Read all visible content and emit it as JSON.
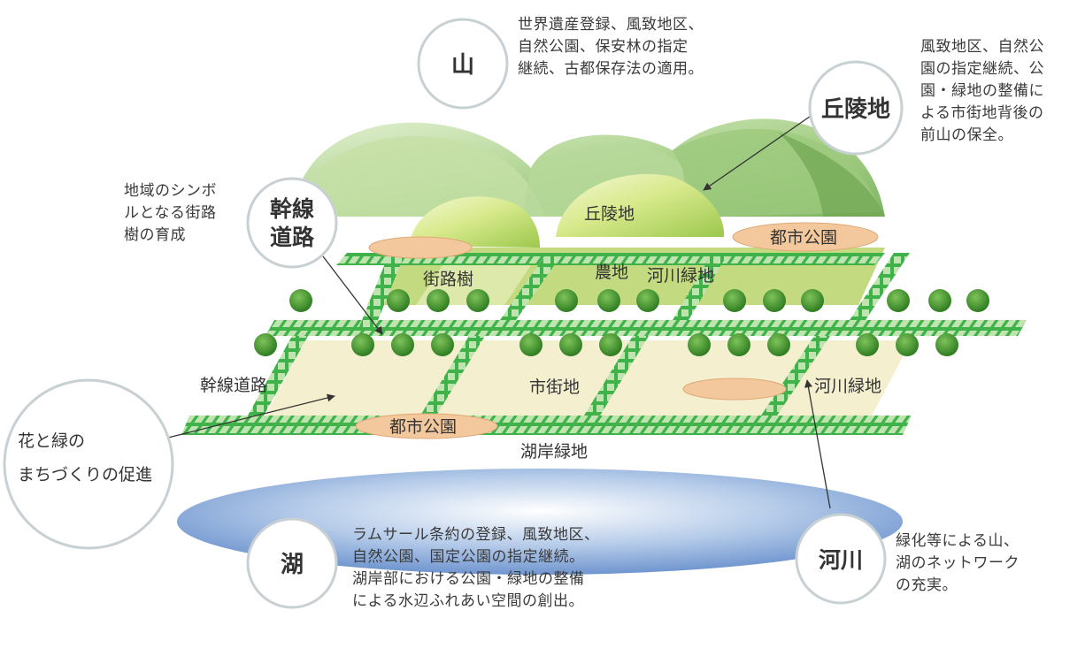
{
  "callouts": {
    "mountain": {
      "label": "山",
      "desc": "世界遺産登録、風致地区、\n自然公園、保安林の指定\n継続、古都保存法の適用。"
    },
    "hills": {
      "label": "丘陵地",
      "desc": "風致地区、自然公\n園の指定継続、公\n園・緑地の整備に\nよる市街地背後の\n前山の保全。"
    },
    "road": {
      "label_line1": "幹線",
      "label_line2": "道路",
      "desc": "地域のシンボ\nルとなる街路\n樹の育成"
    },
    "flowers": {
      "label_line1": "花と緑の",
      "label_line2": "まちづくりの促進"
    },
    "lake": {
      "label": "湖",
      "desc": "ラムサール条約の登録、風致地区、\n自然公園、国定公園の指定継続。\n湖岸部における公園・緑地の整備\nによる水辺ふれあい空間の創出。"
    },
    "river": {
      "label": "河川",
      "desc": "緑化等による山、\n湖のネットワーク\nの充実。"
    }
  },
  "map_labels": {
    "hills": "丘陵地",
    "city_park_top": "都市公園",
    "street_trees": "街路樹",
    "farmland": "農地",
    "river_green_top": "河川緑地",
    "trunk_road": "幹線道路",
    "urban_area": "市街地",
    "river_green_right": "河川緑地",
    "city_park_bottom": "都市公園",
    "lakeshore_green": "湖岸緑地"
  },
  "colors": {
    "mountain_light": "#cfe6b4",
    "mountain_mid": "#a9d18a",
    "mountain_dark": "#7fb563",
    "hill_yellow": "#d9ea8e",
    "road_green": "#3fb24a",
    "farmland": "#b8d46a",
    "urban": "#f3efcf",
    "park_orange": "#f3c89c",
    "tree": "#3f9a2e",
    "lake_blue": "#6f95cf",
    "bubble_stroke": "#c8d0d4"
  }
}
